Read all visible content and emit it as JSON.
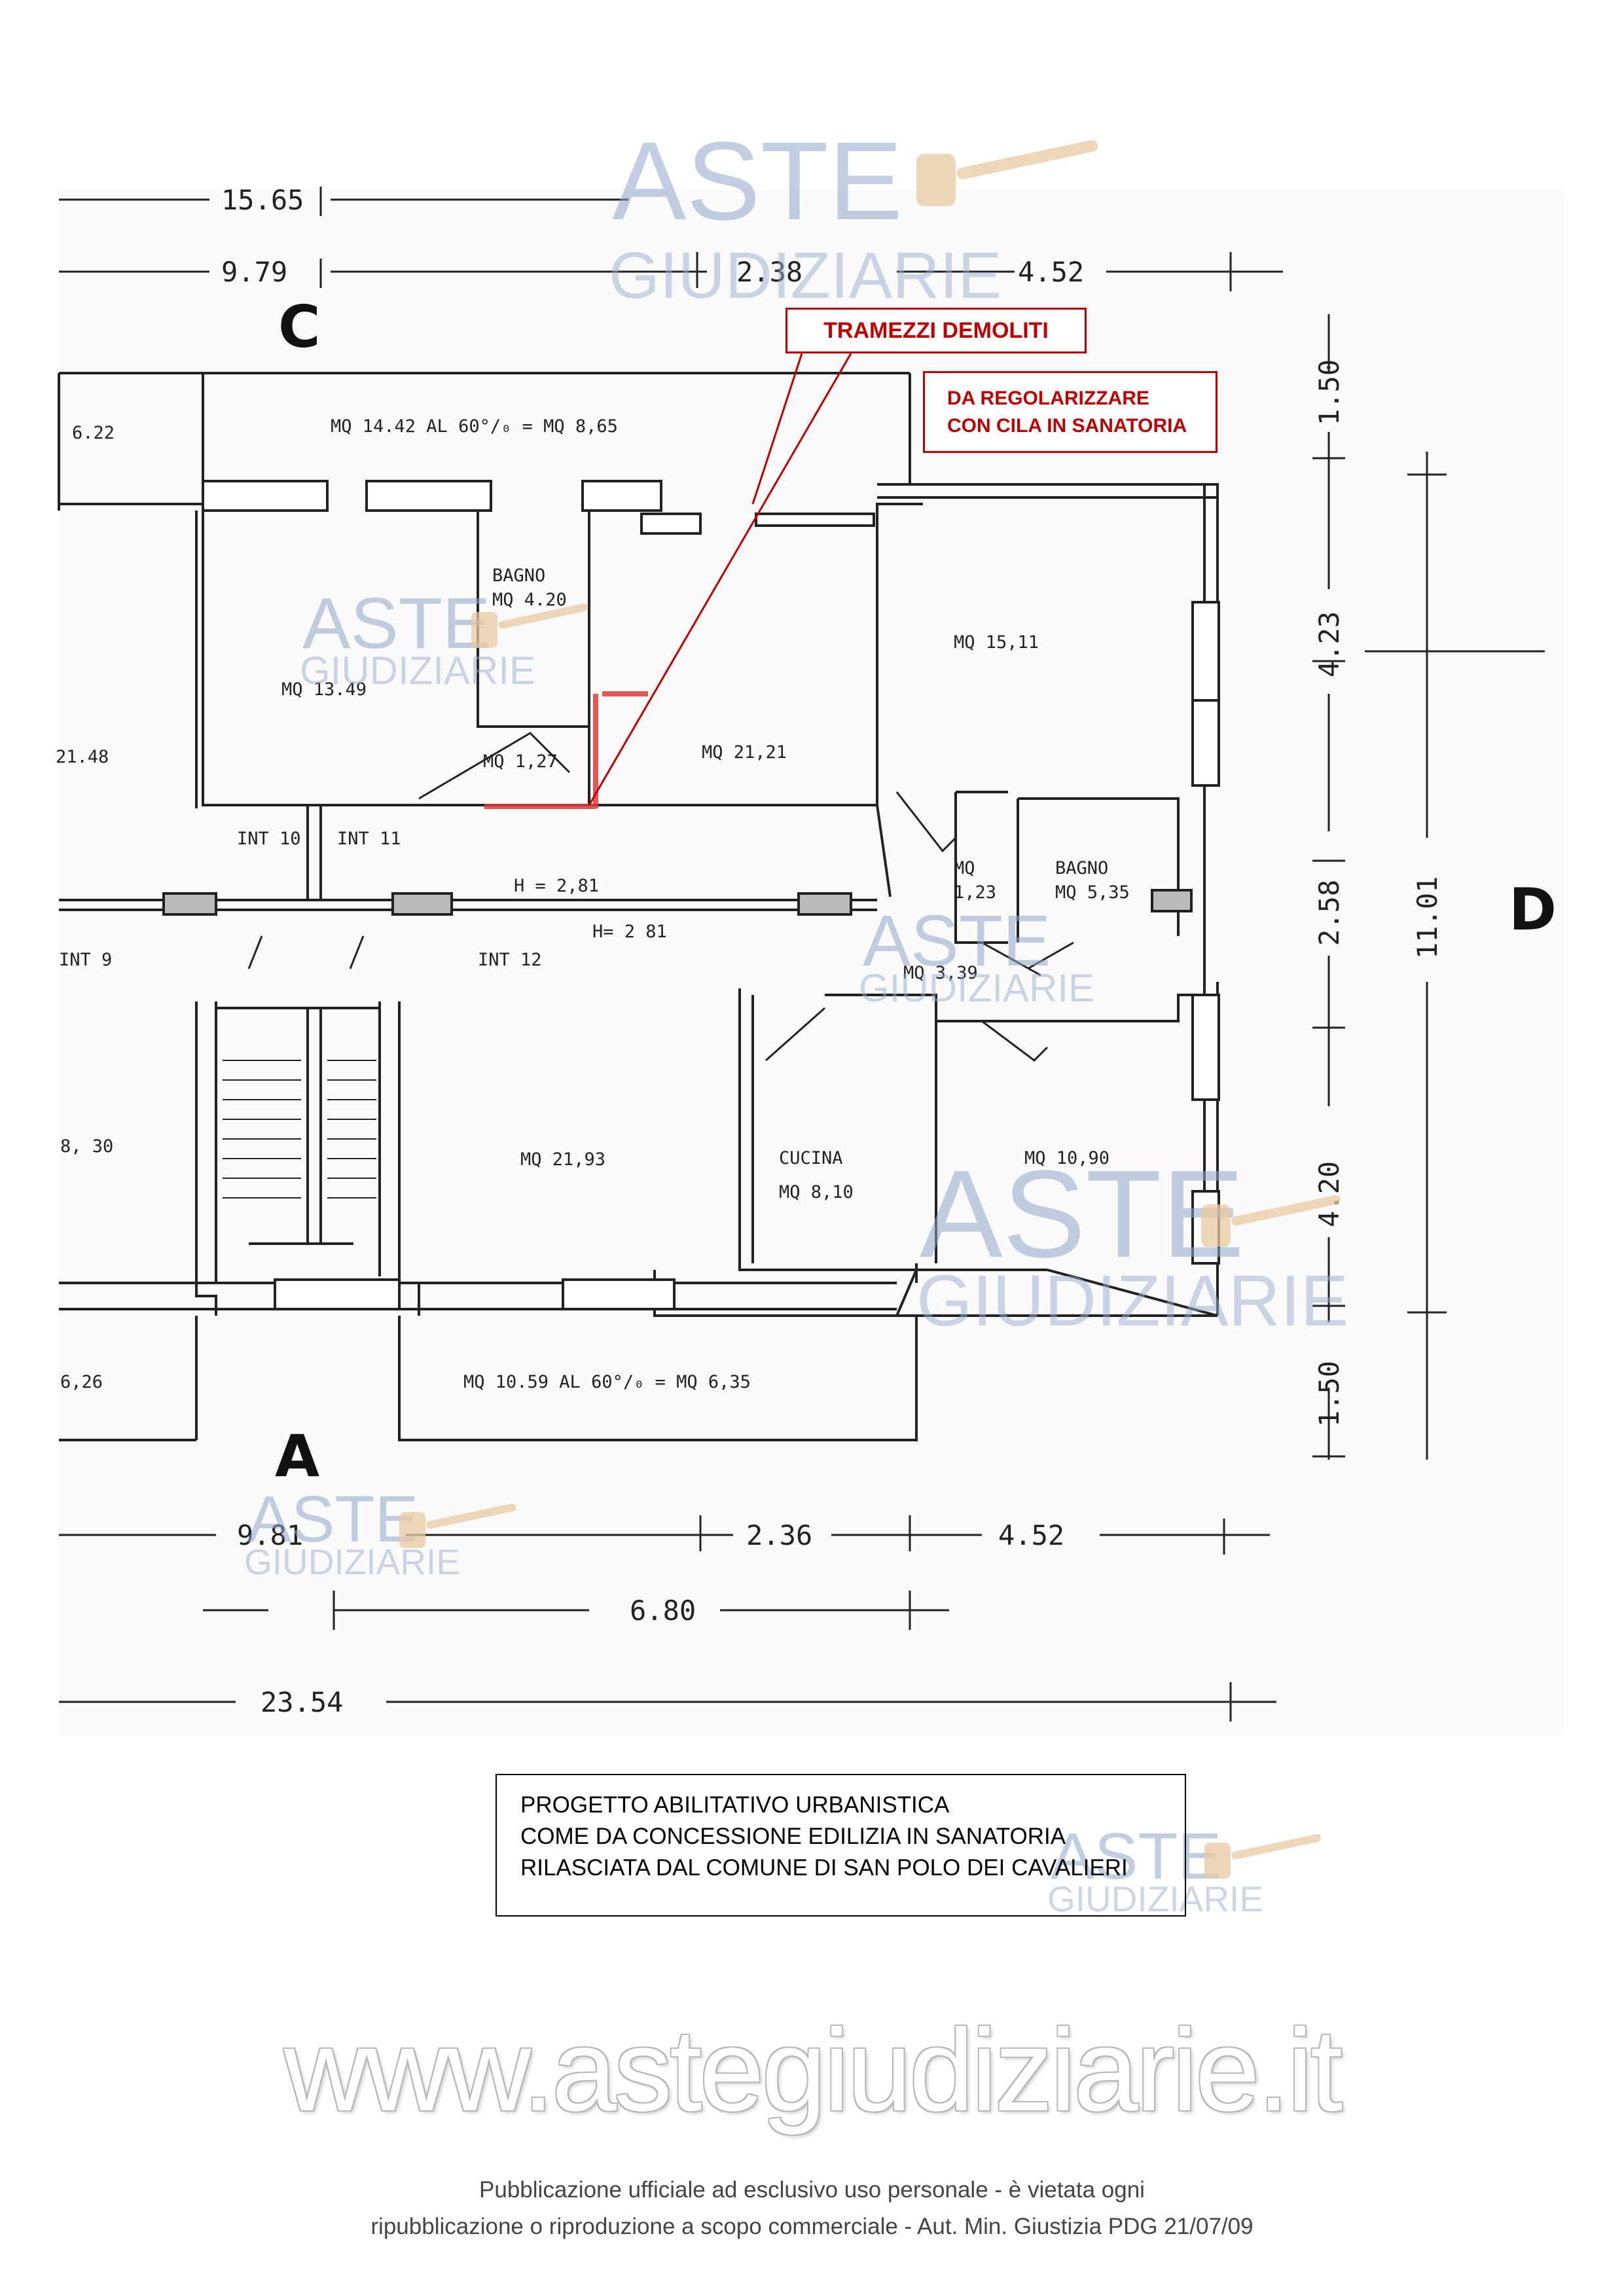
{
  "plan": {
    "dimensions": {
      "top_total": "15.65",
      "top_left": "9.79",
      "top_mid": "2.38",
      "top_right": "4.52",
      "bottom_left": "9.81",
      "bottom_mid": "2.36",
      "bottom_right": "4.52",
      "bottom_span": "6.80",
      "bottom_total": "23.54",
      "right_1": "1.50",
      "right_2": "4.23",
      "right_3": "2.58",
      "right_4": "4.20",
      "right_5": "1.50",
      "right_total": "11.01"
    },
    "side_letters": {
      "c": "C",
      "a": "A",
      "d": "D"
    },
    "rooms": {
      "balcony_top": "MQ 14.42 AL 60°/₀ = MQ 8,65",
      "bagno_1_title": "BAGNO",
      "bagno_1_area": "MQ 4.20",
      "room_1349": "MQ 13.49",
      "room_127": "MQ 1,27",
      "room_2121": "MQ 21,21",
      "room_1511": "MQ 15,11",
      "room_123_a": "MQ",
      "room_123_b": "1,23",
      "bagno_2_title": "BAGNO",
      "bagno_2_area": "MQ 5,35",
      "room_339": "MQ 3,39",
      "room_2193": "MQ 21,93",
      "cucina_title": "CUCINA",
      "cucina_area": "MQ 8,10",
      "room_1090": "MQ 10,90",
      "balcony_bottom": "MQ 10.59 AL 60°/₀ = MQ 6,35",
      "side_622": "6.22",
      "side_2148": "21.48",
      "side_830": "8, 30",
      "side_626": "6,26"
    },
    "units": {
      "int10": "INT 10",
      "int11": "INT 11",
      "int9": "INT 9",
      "int12": "INT 12",
      "h1": "H = 2,81",
      "h2": "H= 2 81"
    }
  },
  "annotations": {
    "demoliti": "TRAMEZZI DEMOLITI",
    "cila_1": "DA REGOLARIZZARE",
    "cila_2": "CON CILA IN SANATORIA"
  },
  "watermark": {
    "top": "ASTE",
    "bottom": "GIUDIZIARIE"
  },
  "caption": {
    "line1": "PROGETTO ABILITATIVO URBANISTICA",
    "line2": "COME DA CONCESSIONE EDILIZIA IN SANATORIA",
    "line3": "RILASCIATA DAL COMUNE DI SAN POLO DEI CAVALIERI"
  },
  "footer": {
    "site": "www.astegiudiziarie.it",
    "disclaimer_1": "Pubblicazione ufficiale ad esclusivo uso personale - è vietata ogni",
    "disclaimer_2": "ripubblicazione o riproduzione a scopo commerciale - Aut. Min. Giustizia PDG 21/07/09"
  },
  "colors": {
    "annotation_red": "#c00000",
    "watermark_blue": "#8fa6c8",
    "line": "#222222"
  }
}
